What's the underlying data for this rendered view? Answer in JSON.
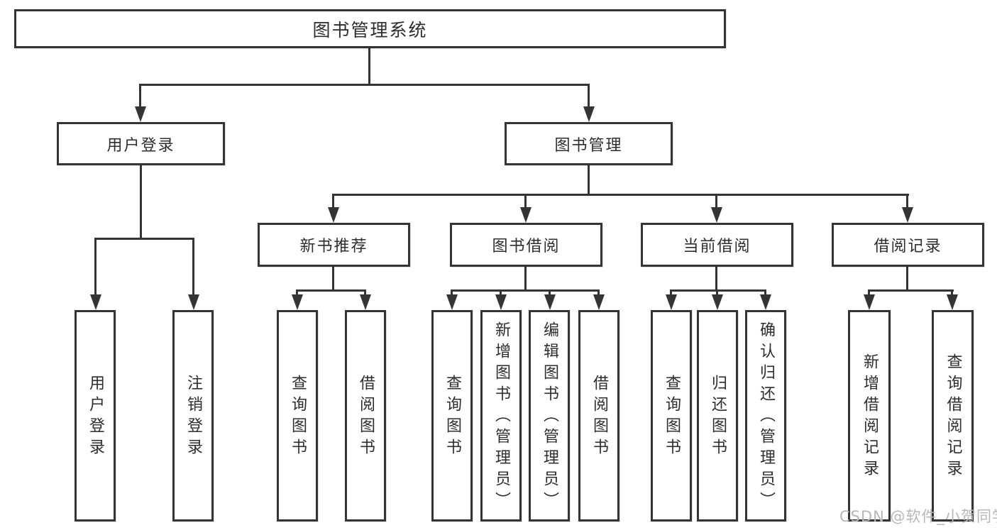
{
  "diagram": {
    "root": "图书管理系统",
    "level2": [
      "用户登录",
      "图书管理"
    ],
    "level3": [
      "新书推荐",
      "图书借阅",
      "当前借阅",
      "借阅记录"
    ],
    "leaves": [
      "用户登录",
      "注销登录",
      "查询图书",
      "借阅图书",
      "查询图书",
      "新增图书（管理员）",
      "编辑图书（管理员）",
      "借阅图书",
      "查询图书",
      "归还图书",
      "确认归还（管理员）",
      "新增借阅记录",
      "查询借阅记录"
    ],
    "hierarchy": {
      "图书管理系统": [
        "用户登录",
        "图书管理"
      ],
      "用户登录": [
        "用户登录",
        "注销登录"
      ],
      "图书管理": [
        "新书推荐",
        "图书借阅",
        "当前借阅",
        "借阅记录"
      ],
      "新书推荐": [
        "查询图书",
        "借阅图书"
      ],
      "图书借阅": [
        "查询图书",
        "新增图书（管理员）",
        "编辑图书（管理员）",
        "借阅图书"
      ],
      "当前借阅": [
        "查询图书",
        "归还图书",
        "确认归还（管理员）"
      ],
      "借阅记录": [
        "新增借阅记录",
        "查询借阅记录"
      ]
    },
    "watermark": "CSDN @软件_小贺同学",
    "colors": {
      "line": "#343434",
      "text": "#2d2d2d",
      "box_background": "#ffffff",
      "watermark": "#b7b7b7"
    }
  }
}
